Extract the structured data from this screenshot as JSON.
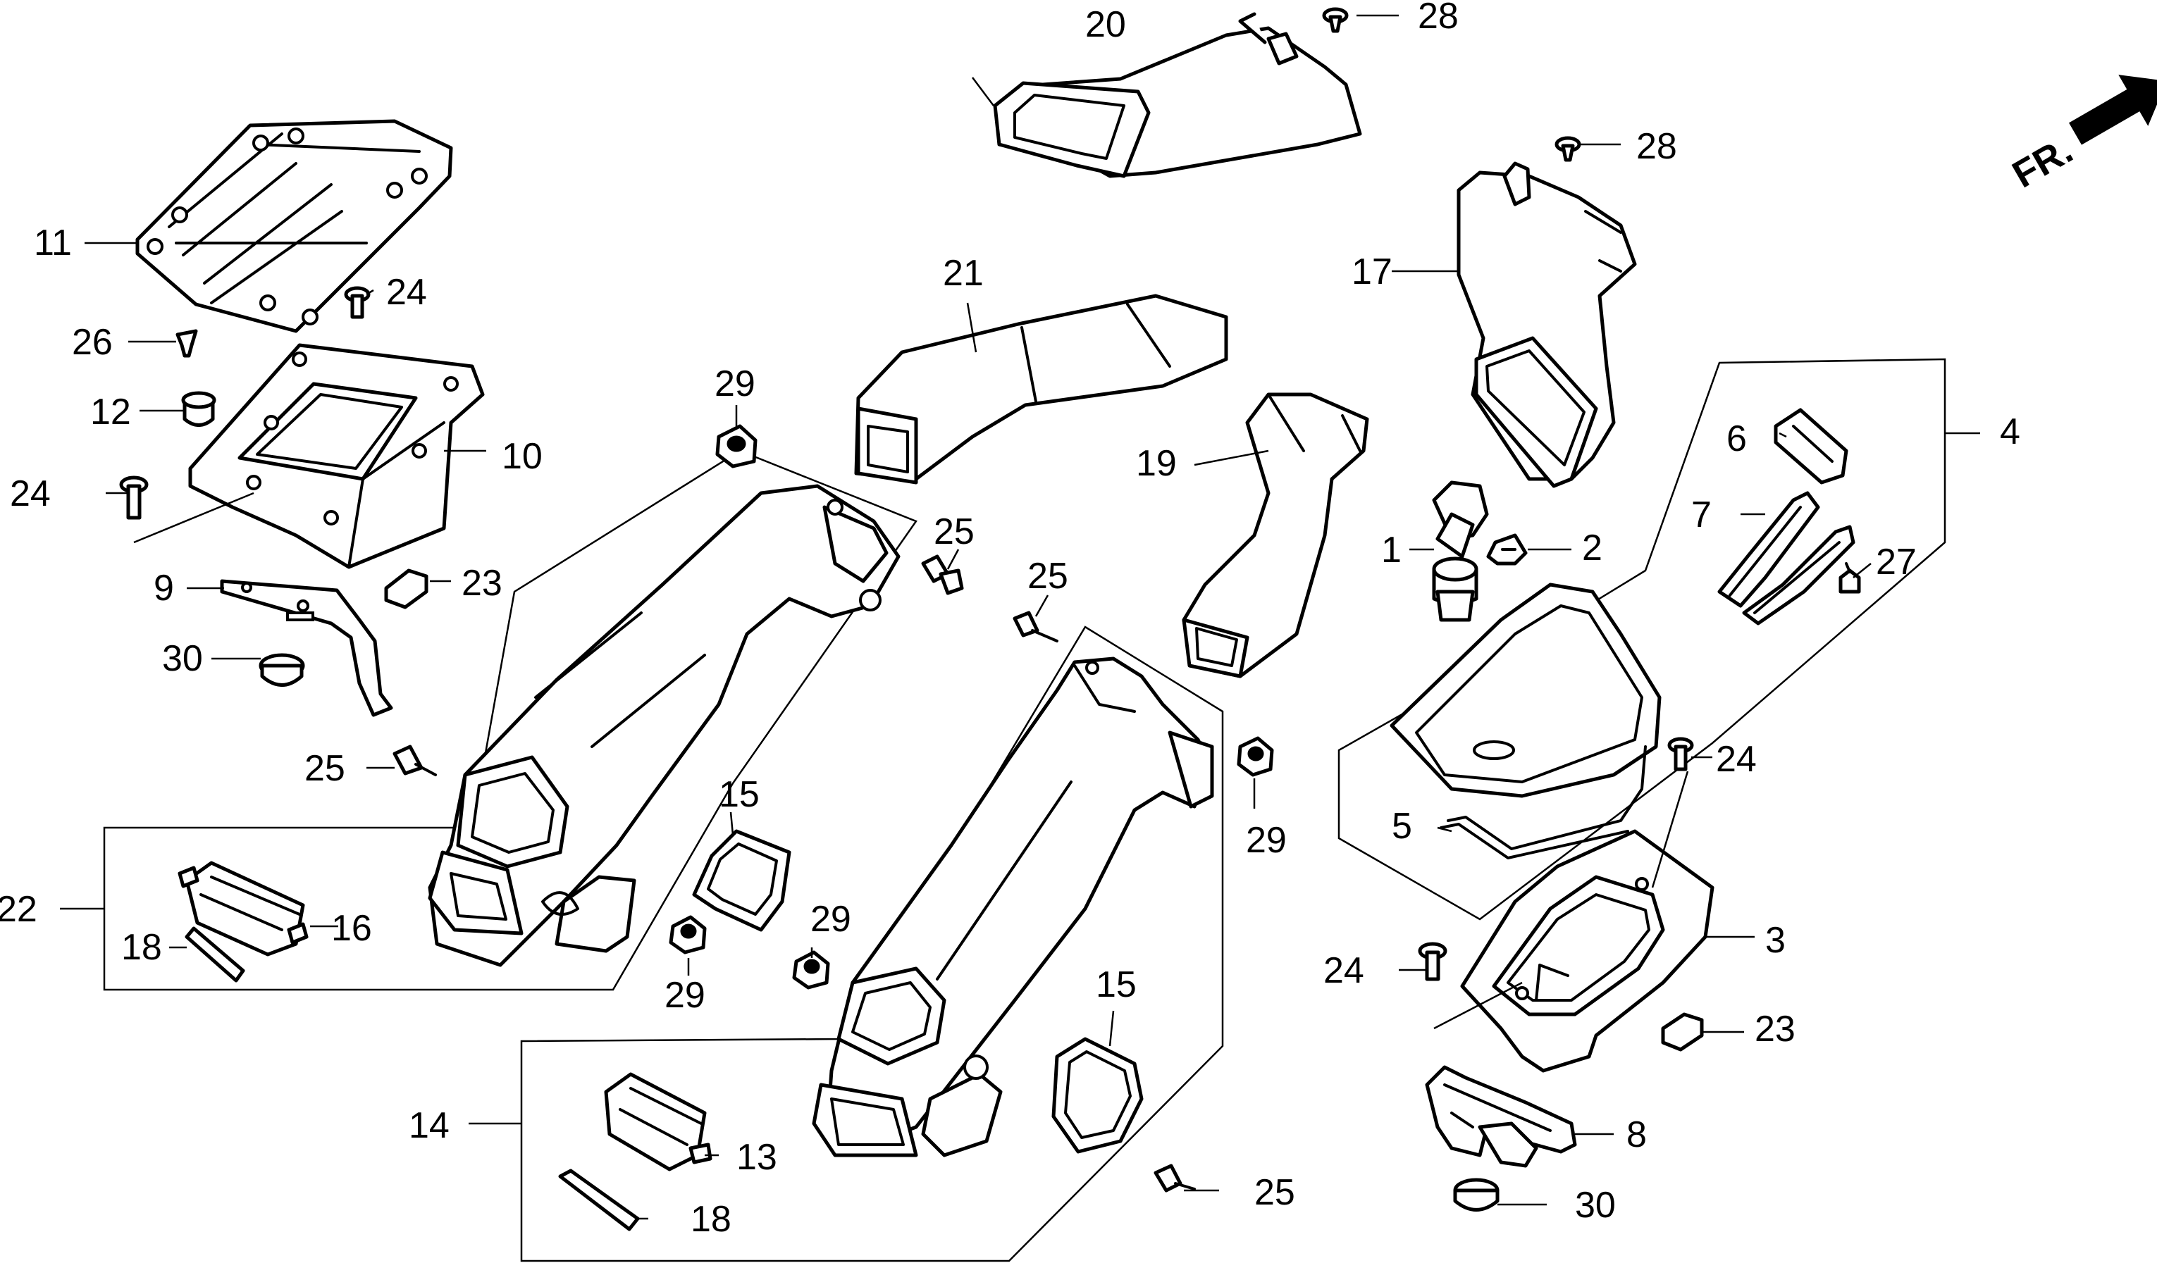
{
  "orientation": {
    "label": "FR."
  },
  "callouts": {
    "c1": "1",
    "c2": "2",
    "c3": "3",
    "c4": "4",
    "c5": "5",
    "c6": "6",
    "c7": "7",
    "c8": "8",
    "c9": "9",
    "c10": "10",
    "c11": "11",
    "c12": "12",
    "c13": "13",
    "c14": "14",
    "c15a": "15",
    "c15b": "15",
    "c16": "16",
    "c17": "17",
    "c18a": "18",
    "c18b": "18",
    "c19": "19",
    "c20": "20",
    "c21": "21",
    "c22": "22",
    "c23a": "23",
    "c23b": "23",
    "c24a": "24",
    "c24b": "24",
    "c24c": "24",
    "c24d": "24",
    "c25a": "25",
    "c25b": "25",
    "c25c": "25",
    "c25d": "25",
    "c26": "26",
    "c27": "27",
    "c28a": "28",
    "c28b": "28",
    "c29a": "29",
    "c29b": "29",
    "c29c": "29",
    "c29d": "29",
    "c30a": "30",
    "c30b": "30"
  }
}
